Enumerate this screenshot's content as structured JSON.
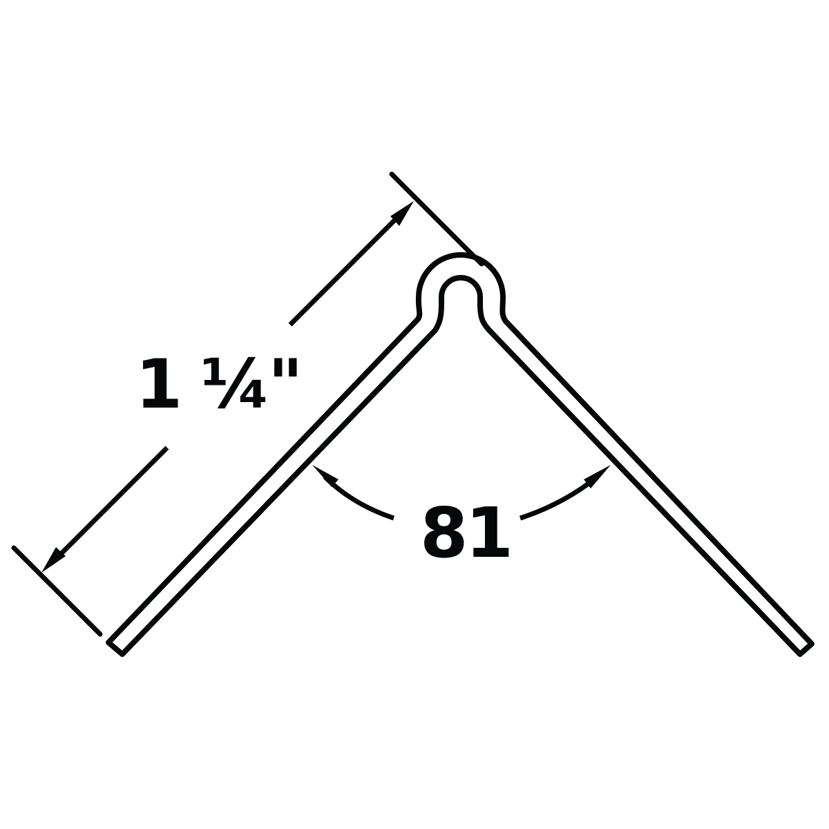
{
  "diagram": {
    "type": "angle-profile-cross-section",
    "colors": {
      "stroke": "#050708",
      "background": "#ffffff"
    },
    "dimensions": {
      "length_label": "1 ¼\"",
      "angle_label": "81"
    }
  }
}
